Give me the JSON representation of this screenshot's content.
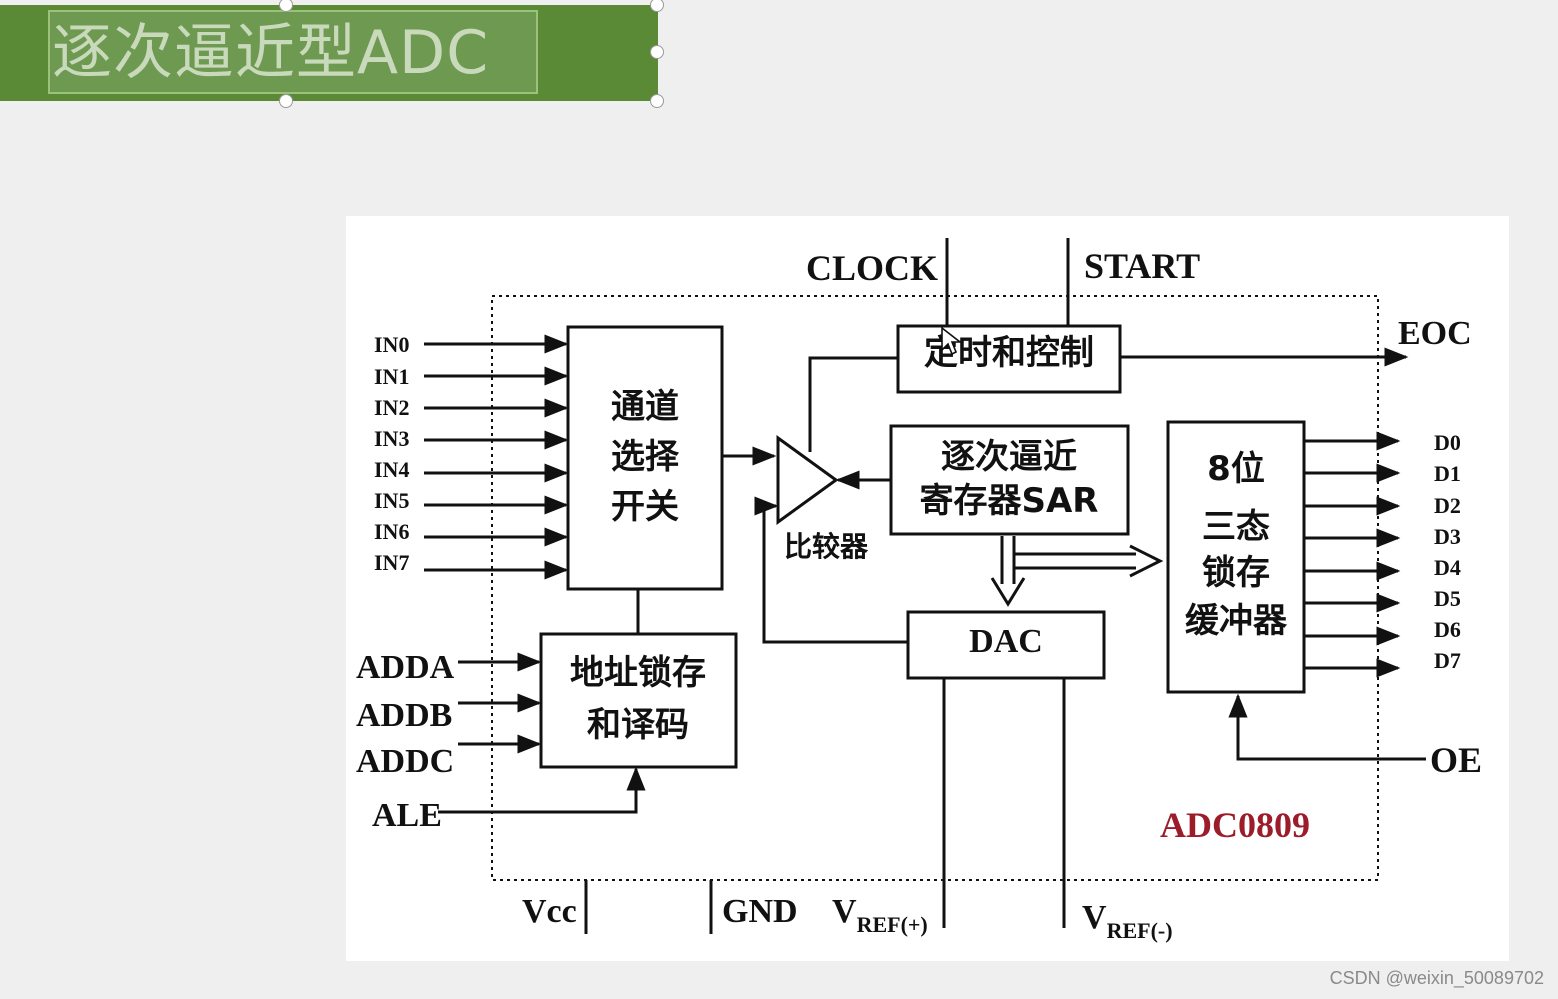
{
  "slide": {
    "title": "逐次逼近型ADC"
  },
  "diagram": {
    "top_inputs": {
      "clock": "CLOCK",
      "start": "START"
    },
    "analog_inputs": [
      "IN0",
      "IN1",
      "IN2",
      "IN3",
      "IN4",
      "IN5",
      "IN6",
      "IN7"
    ],
    "address_inputs": [
      "ADDA",
      "ADDB",
      "ADDC"
    ],
    "ale": "ALE",
    "blocks": {
      "channel_switch": [
        "通道",
        "选择",
        "开关"
      ],
      "address_latch": [
        "地址锁存",
        "和译码"
      ],
      "timing_control": "定时和控制",
      "sar": [
        "逐次逼近",
        "寄存器SAR"
      ],
      "dac": "DAC",
      "comparator": "比较器",
      "buffer": [
        "8位",
        "三态",
        "锁存",
        "缓冲器"
      ]
    },
    "eoc": "EOC",
    "data_outputs": [
      "D0",
      "D1",
      "D2",
      "D3",
      "D4",
      "D5",
      "D6",
      "D7"
    ],
    "oe": "OE",
    "chip_name": "ADC0809",
    "power_pins": {
      "vcc": "Vcc",
      "gnd": "GND",
      "vref_pos_main": "V",
      "vref_pos_sub": "REF(+)",
      "vref_neg_main": "V",
      "vref_neg_sub": "REF(-)"
    }
  },
  "watermark": "CSDN @weixin_50089702",
  "colors": {
    "title_fill": "#5b8a37",
    "chip_name": "#9c1c2a"
  }
}
